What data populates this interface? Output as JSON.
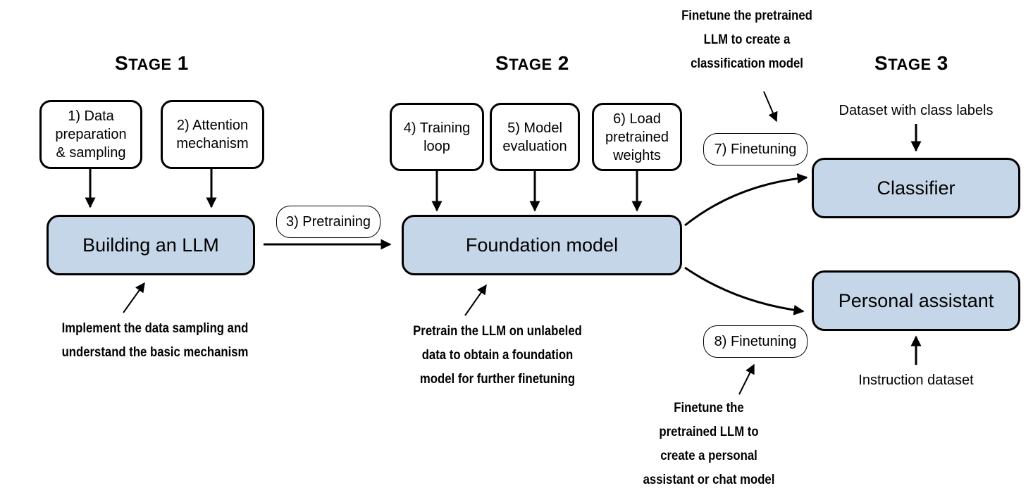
{
  "stages": {
    "stage1": "Stage 1",
    "stage2": "Stage 2",
    "stage3": "Stage 3"
  },
  "steps": {
    "data_prep": "1) Data\npreparation\n& sampling",
    "attention": "2) Attention\nmechanism",
    "pretraining": "3) Pretraining",
    "training_loop": "4) Training\nloop",
    "model_eval": "5) Model\nevaluation",
    "load_weights": "6) Load\npretrained\nweights",
    "finetuning_7": "7) Finetuning",
    "finetuning_8": "8) Finetuning"
  },
  "models": {
    "building_llm": "Building an LLM",
    "foundation": "Foundation model",
    "classifier": "Classifier",
    "assistant": "Personal assistant"
  },
  "notes": {
    "stage1": "Implement the data sampling and\nunderstand the basic mechanism",
    "stage2": "Pretrain the LLM on unlabeled\ndata to obtain a foundation\nmodel for further finetuning",
    "classification": "Finetune the pretrained\nLLM to create a\nclassification model",
    "assistant": "Finetune the\npretrained LLM to\ncreate a personal\nassistant or chat model"
  },
  "inputs": {
    "class_labels": "Dataset with class labels",
    "instruction": "Instruction dataset"
  },
  "colors": {
    "model_fill": "#c5d6e8",
    "stroke": "#000000"
  }
}
